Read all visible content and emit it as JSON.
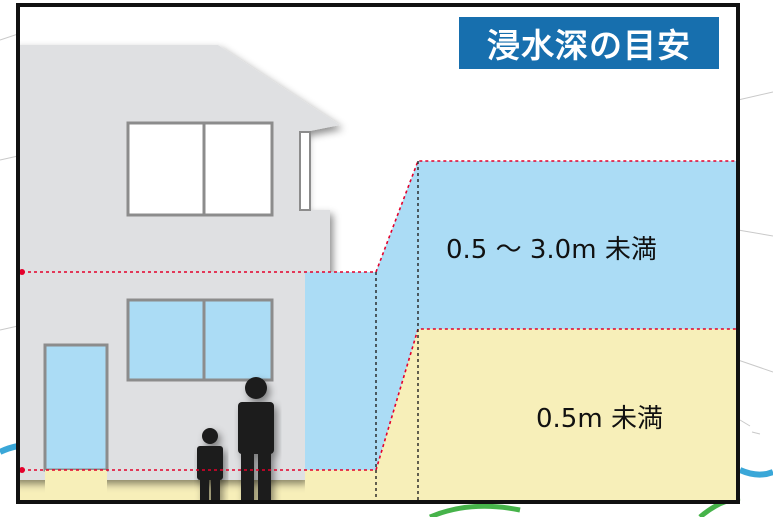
{
  "title": "浸水深の目安",
  "levels": [
    {
      "label": "0.5 〜 3.0m 未満",
      "color": "#abdcf5"
    },
    {
      "label": "0.5m 未満",
      "color": "#f7efb9"
    }
  ],
  "colors": {
    "title_bg": "#176fae",
    "frame": "#111111",
    "house": "#dfe0e2",
    "window": "#abdcf5",
    "guide_line": "#e4002b",
    "silhouette": "#1b1b1b"
  },
  "icons": [
    "house-icon",
    "adult-silhouette-icon",
    "child-silhouette-icon"
  ]
}
